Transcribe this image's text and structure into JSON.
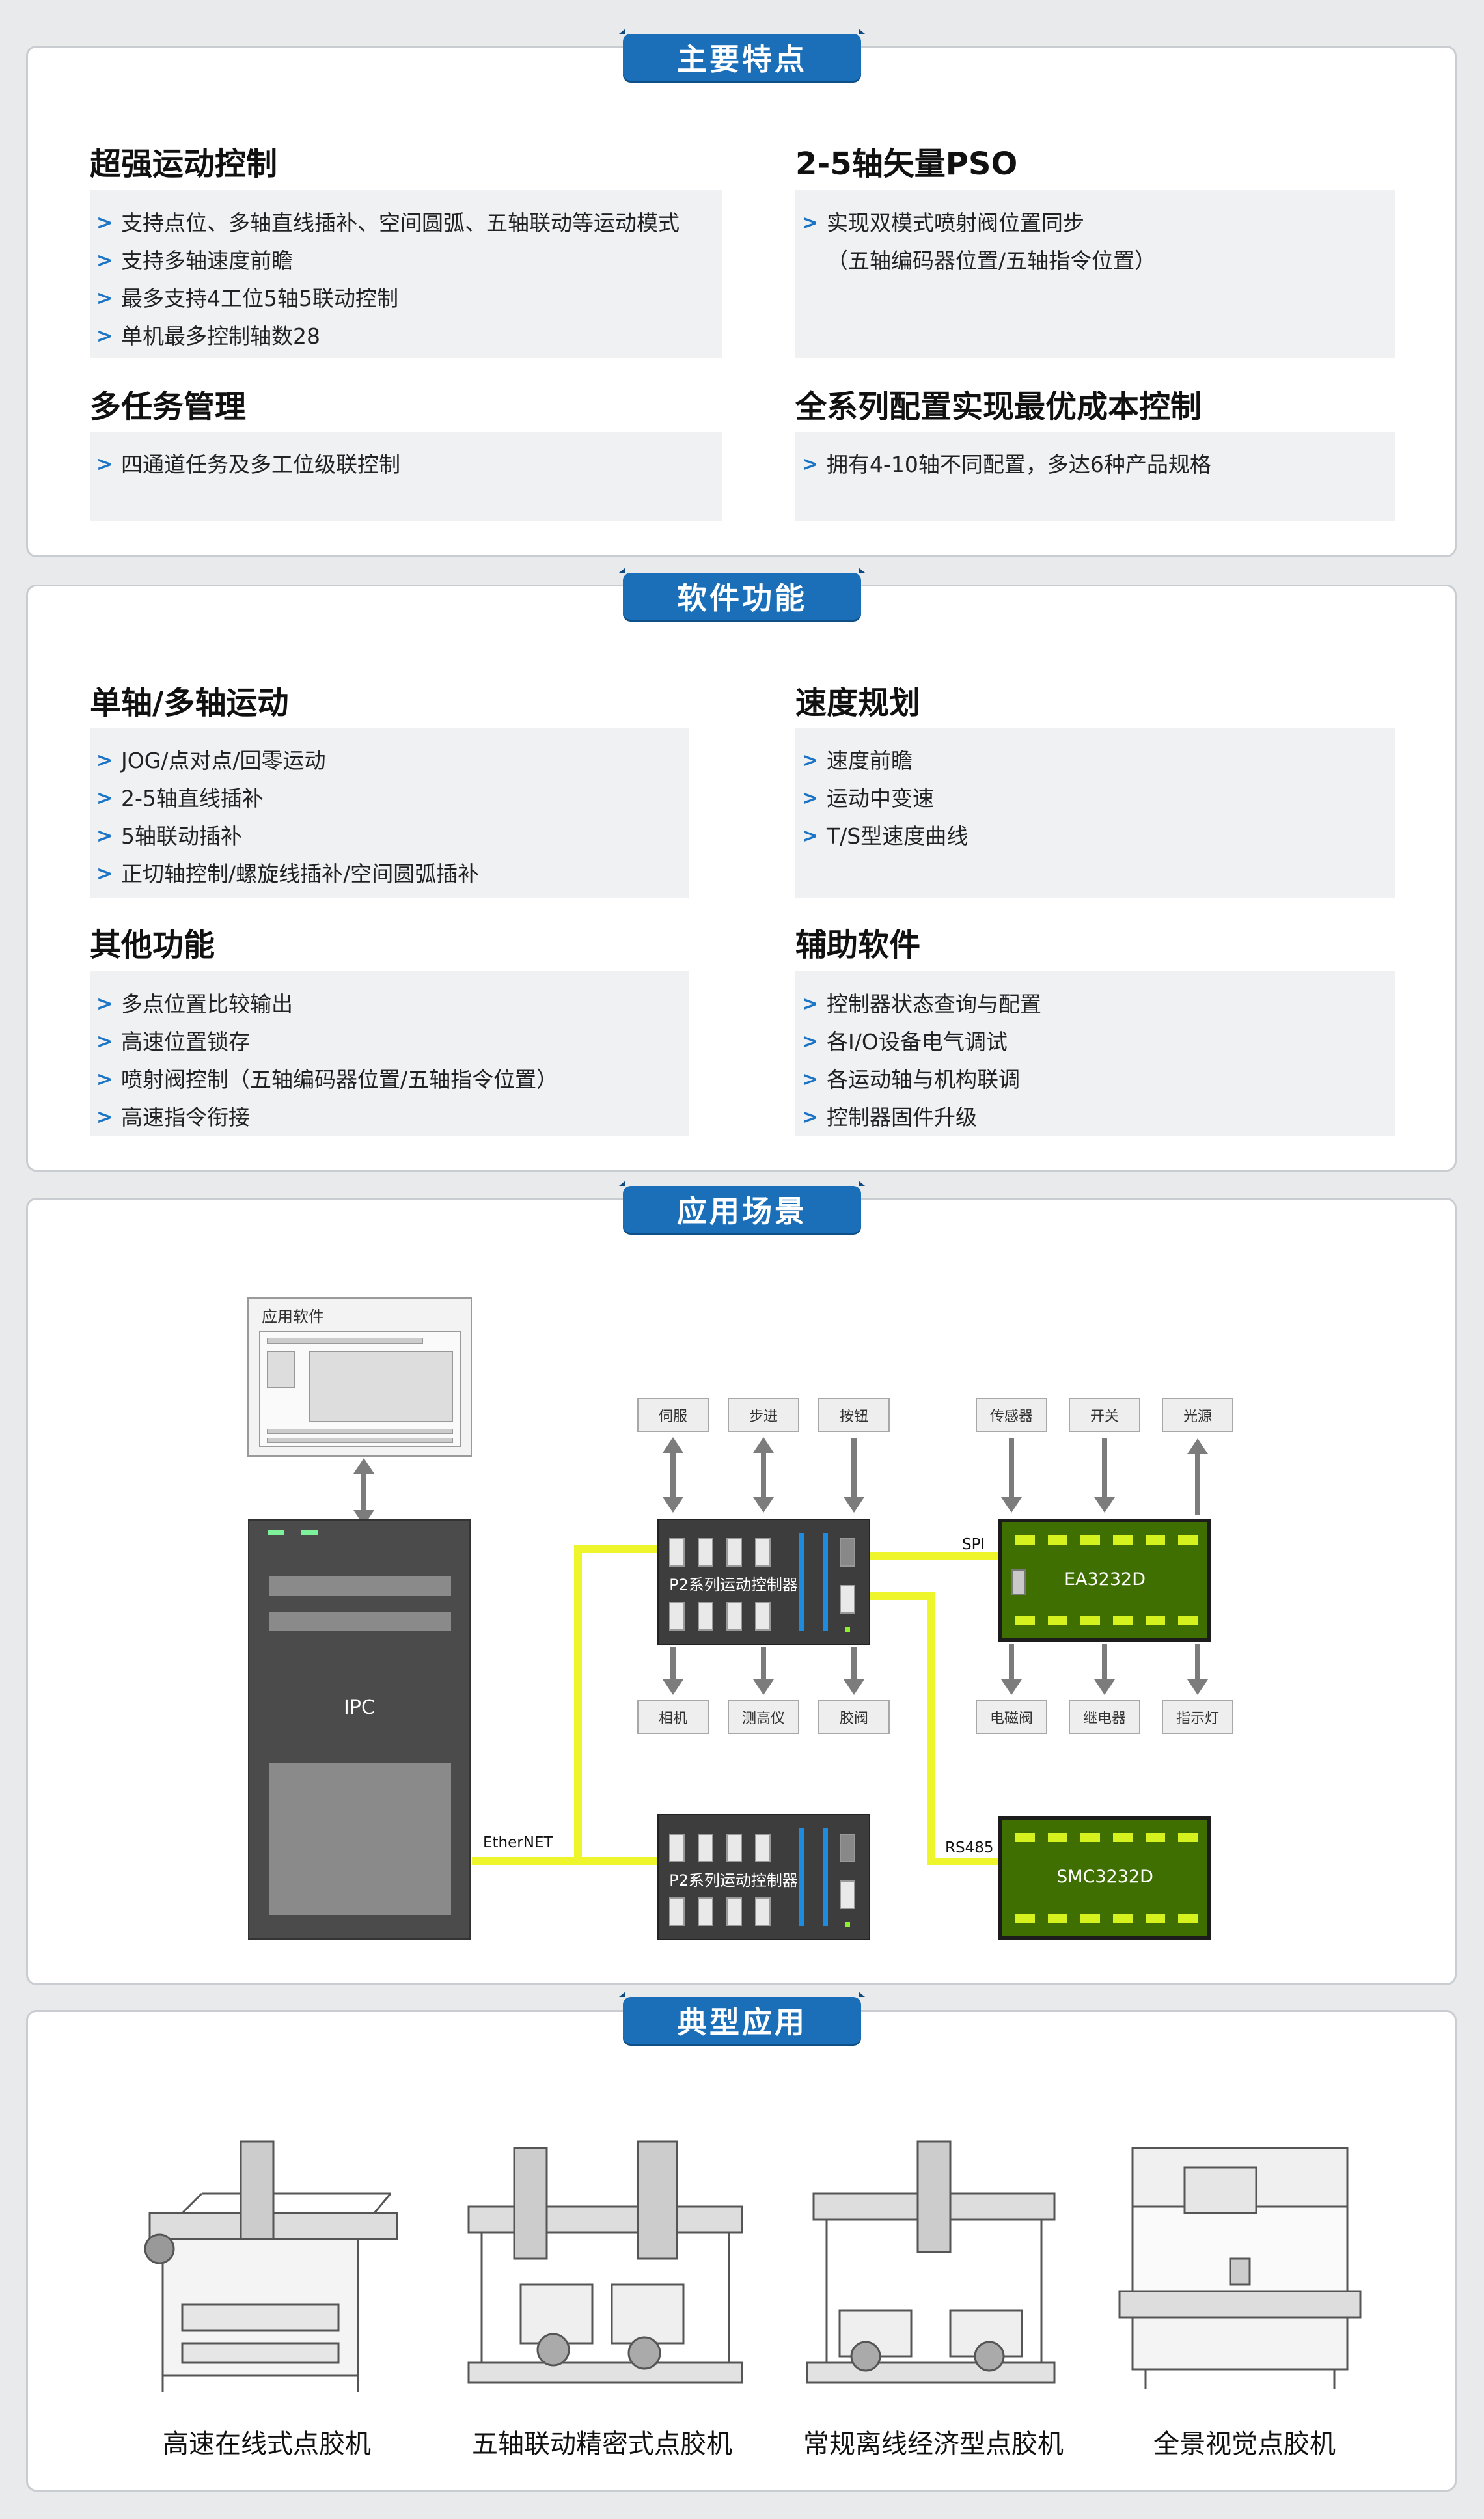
{
  "sections": {
    "features": {
      "tab": "主要特点",
      "blocks": [
        {
          "title": "超强运动控制",
          "items": [
            "支持点位、多轴直线插补、空间圆弧、五轴联动等运动模式",
            "支持多轴速度前瞻",
            "最多支持4工位5轴5联动控制",
            "单机最多控制轴数28"
          ]
        },
        {
          "title": "2-5轴矢量PSO",
          "items": [
            "实现双模式喷射阀位置同步"
          ],
          "continuation": "（五轴编码器位置/五轴指令位置）"
        },
        {
          "title": "多任务管理",
          "items": [
            "四通道任务及多工位级联控制"
          ]
        },
        {
          "title": "全系列配置实现最优成本控制",
          "items": [
            "拥有4-10轴不同配置，多达6种产品规格"
          ]
        }
      ]
    },
    "software": {
      "tab": "软件功能",
      "blocks": [
        {
          "title": "单轴/多轴运动",
          "items": [
            "JOG/点对点/回零运动",
            "2-5轴直线插补",
            "5轴联动插补",
            "正切轴控制/螺旋线插补/空间圆弧插补"
          ]
        },
        {
          "title": "速度规划",
          "items": [
            "速度前瞻",
            "运动中变速",
            "T/S型速度曲线"
          ]
        },
        {
          "title": "其他功能",
          "items": [
            "多点位置比较输出",
            "高速位置锁存",
            "喷射阀控制（五轴编码器位置/五轴指令位置）",
            "高速指令衔接"
          ]
        },
        {
          "title": "辅助软件",
          "items": [
            "控制器状态查询与配置",
            "各I/O设备电气调试",
            "各运动轴与机构联调",
            "控制器固件升级"
          ]
        }
      ]
    },
    "scenario": {
      "tab": "应用场景",
      "app_window_title": "应用软件",
      "ipc": "IPC",
      "ethernet": "EtherNET",
      "spi": "SPI",
      "rs485": "RS485",
      "controller": "P2系列运动控制器",
      "io1": "EA3232D",
      "io2": "SMC3232D",
      "top_tags": [
        "伺服",
        "步进",
        "按钮",
        "传感器",
        "开关",
        "光源"
      ],
      "bottom_tags": [
        "相机",
        "测高仪",
        "胶阀",
        "电磁阀",
        "继电器",
        "指示灯"
      ]
    },
    "typical": {
      "tab": "典型应用",
      "captions": [
        "高速在线式点胶机",
        "五轴联动精密式点胶机",
        "常规离线经济型点胶机",
        "全景视觉点胶机"
      ]
    }
  },
  "colors": {
    "accent": "#1b6fb8",
    "bullet": "#1b74c5",
    "cable": "#eef52b",
    "io_board": "#3f6f00"
  }
}
